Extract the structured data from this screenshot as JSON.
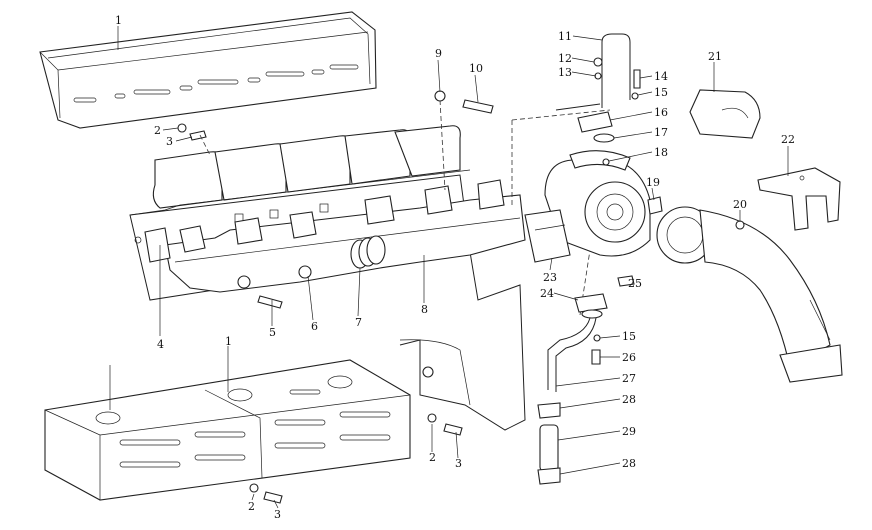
{
  "diagram": {
    "callouts": [
      {
        "id": "c1a",
        "text": "1"
      },
      {
        "id": "c1b",
        "text": "1"
      },
      {
        "id": "c2a",
        "text": "2"
      },
      {
        "id": "c2b",
        "text": "2"
      },
      {
        "id": "c2c",
        "text": "2"
      },
      {
        "id": "c3a",
        "text": "3"
      },
      {
        "id": "c3b",
        "text": "3"
      },
      {
        "id": "c3c",
        "text": "3"
      },
      {
        "id": "c4",
        "text": "4"
      },
      {
        "id": "c5",
        "text": "5"
      },
      {
        "id": "c6",
        "text": "6"
      },
      {
        "id": "c7",
        "text": "7"
      },
      {
        "id": "c8",
        "text": "8"
      },
      {
        "id": "c9",
        "text": "9"
      },
      {
        "id": "c10",
        "text": "10"
      },
      {
        "id": "c11",
        "text": "11"
      },
      {
        "id": "c12",
        "text": "12"
      },
      {
        "id": "c13",
        "text": "13"
      },
      {
        "id": "c14",
        "text": "14"
      },
      {
        "id": "c15a",
        "text": "15"
      },
      {
        "id": "c15b",
        "text": "15"
      },
      {
        "id": "c16",
        "text": "16"
      },
      {
        "id": "c17",
        "text": "17"
      },
      {
        "id": "c18",
        "text": "18"
      },
      {
        "id": "c19",
        "text": "19"
      },
      {
        "id": "c20",
        "text": "20"
      },
      {
        "id": "c21",
        "text": "21"
      },
      {
        "id": "c22",
        "text": "22"
      },
      {
        "id": "c23",
        "text": "23"
      },
      {
        "id": "c24",
        "text": "24"
      },
      {
        "id": "c25",
        "text": "25"
      },
      {
        "id": "c26",
        "text": "26"
      },
      {
        "id": "c27",
        "text": "27"
      },
      {
        "id": "c28a",
        "text": "28"
      },
      {
        "id": "c28b",
        "text": "28"
      },
      {
        "id": "c29",
        "text": "29"
      }
    ]
  }
}
